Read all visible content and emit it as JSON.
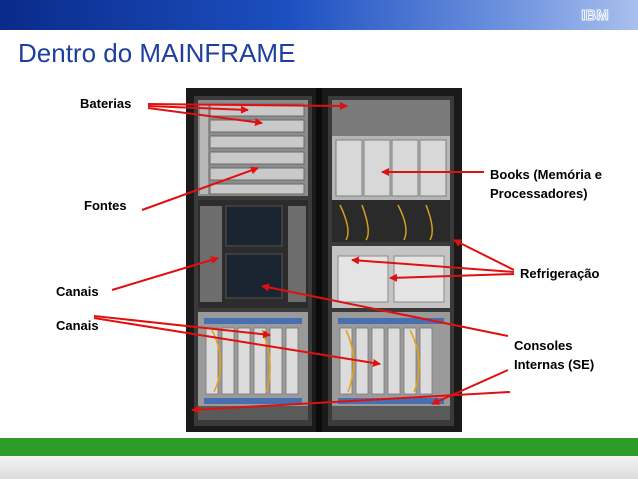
{
  "slide": {
    "title": "Dentro do MAINFRAME",
    "brand": "IBM"
  },
  "labels": {
    "baterias": "Baterias",
    "fontes": "Fontes",
    "canais_1": "Canais",
    "canais_2": "Canais",
    "books": "Books (Memória e Processadores)",
    "refrigeracao": "Refrigeração",
    "consoles": "Consoles Internas (SE)"
  },
  "colors": {
    "title": "#1e3f9e",
    "arrow": "#e01010",
    "green_bar": "#2e9d28",
    "header": "#1c4fc0"
  }
}
